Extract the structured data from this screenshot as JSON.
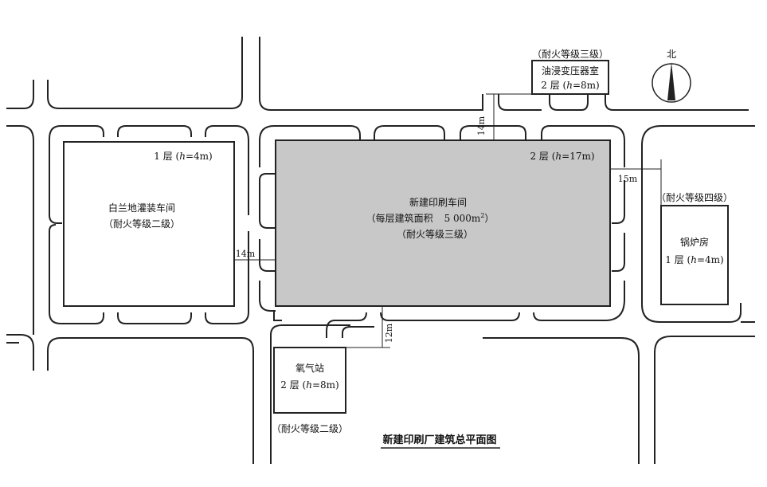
{
  "colors": {
    "ink": "#222222",
    "paper": "#ffffff",
    "printing_fill": "#c8c8c8"
  },
  "north": {
    "label": "北"
  },
  "title": "新建印刷厂建筑总平面图",
  "buildings": {
    "printing": {
      "name": "新建印刷车间",
      "area": "（每层建筑面积",
      "area_value": "5 000m",
      "area_sup": "2",
      "area_close": "）",
      "fire": "（耐火等级三级）",
      "floors": "2 层 (",
      "height": "h",
      "height_value": "=17m)"
    },
    "brandy": {
      "name": "白兰地灌装车间",
      "fire": "（耐火等级二级）",
      "floors": "1 层 (",
      "height": "h",
      "height_value": "=4m)"
    },
    "transformer": {
      "name": "油浸变压器室",
      "fire": "（耐火等级三级）",
      "floors": "2 层 (",
      "height": "h",
      "height_value": "=8m)"
    },
    "boiler": {
      "name": "锅炉房",
      "fire": "（耐火等级四级）",
      "floors": "1 层 (",
      "height": "h",
      "height_value": "=4m)"
    },
    "oxygen": {
      "name": "氧气站",
      "fire": "（耐火等级二级）",
      "floors": "2 层 (",
      "height": "h",
      "height_value": "=8m)"
    }
  },
  "dimensions": {
    "top": "14m",
    "right": "15m",
    "left": "14m",
    "bottom": "12m"
  }
}
